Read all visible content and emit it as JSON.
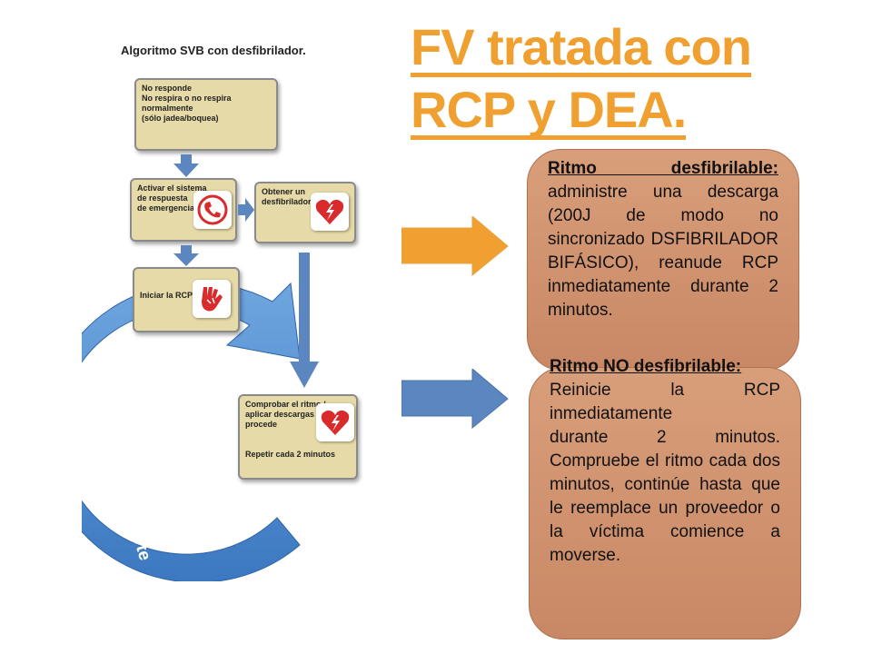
{
  "title": {
    "line1": "FV tratada con",
    "line2": "RCP y DEA."
  },
  "algorithm": {
    "heading": "Algoritmo SVB con desfibrilador.",
    "box1": [
      "No responde",
      "No respira o no respira normalmente",
      "(sólo jadea/boquea)"
    ],
    "box2": [
      "Activar el sistema",
      "de respuesta",
      "de emergencias"
    ],
    "box3": [
      "Obtener un",
      "desfibrilador"
    ],
    "box4": "Iniciar la RCP",
    "box5": [
      "Comprobar el ritmo /",
      "aplicar descargas si",
      "procede"
    ],
    "box5_repeat": "Repetir cada 2 minutos",
    "cycle_label": "Comprimir fuerte • Comprimir rápido"
  },
  "panel_shockable": {
    "heading": "Ritmo desfibrilable:",
    "body": "administre una descarga (200J de modo no sincronizado DSFIBRILADOR BIFÁSICO), reanude RCP inmediatamente durante 2 minutos."
  },
  "panel_nonshockable": {
    "heading": "Ritmo NO desfibrilable:",
    "body1": "Reinicie la RCP inmediatamente",
    "body2": "durante 2 minutos. Compruebe el ritmo cada dos minutos, continúe hasta que le reemplace un proveedor o la víctima comience a moverse."
  },
  "colors": {
    "title": "#F0A030",
    "arrow_orange": "#F0A030",
    "arrow_blue": "#5B86C0",
    "panel": "#D89E7A",
    "box": "#E6DBA8",
    "cycle": "#4A88D0"
  }
}
